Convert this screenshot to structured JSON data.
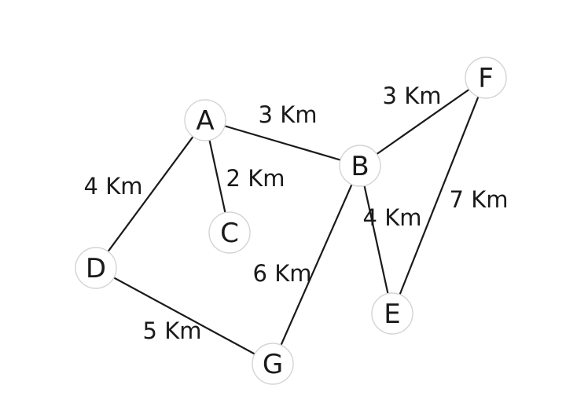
{
  "nodes": [
    {
      "id": "A",
      "label": "A"
    },
    {
      "id": "B",
      "label": "B"
    },
    {
      "id": "C",
      "label": "C"
    },
    {
      "id": "D",
      "label": "D"
    },
    {
      "id": "E",
      "label": "E"
    },
    {
      "id": "F",
      "label": "F"
    },
    {
      "id": "G",
      "label": "G"
    }
  ],
  "edges": [
    {
      "from": "A",
      "to": "B",
      "label": "3 Km"
    },
    {
      "from": "A",
      "to": "C",
      "label": "2 Km"
    },
    {
      "from": "A",
      "to": "D",
      "label": "4 Km"
    },
    {
      "from": "B",
      "to": "F",
      "label": "3 Km"
    },
    {
      "from": "B",
      "to": "E",
      "label": "4 Km"
    },
    {
      "from": "B",
      "to": "G",
      "label": "6 Km"
    },
    {
      "from": "F",
      "to": "E",
      "label": "7 Km"
    },
    {
      "from": "D",
      "to": "G",
      "label": "5 Km"
    }
  ],
  "colors": {
    "edge": "#1a1a1a",
    "node_fill": "#ffffff",
    "node_stroke": "#d4d4d4",
    "text": "#1a1a1a"
  }
}
